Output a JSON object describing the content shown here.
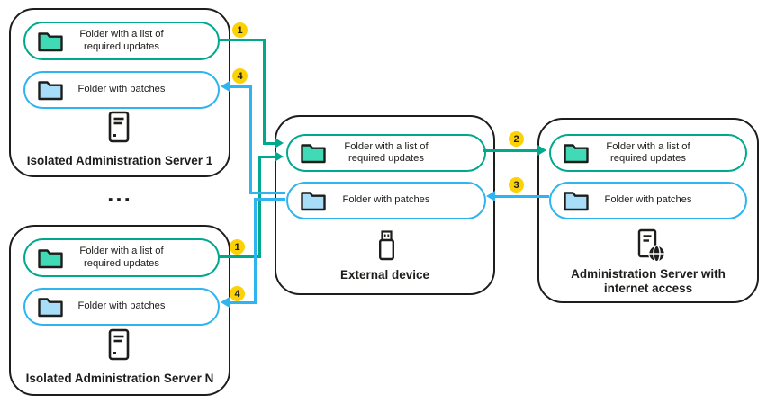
{
  "diagram": {
    "labels": {
      "folder_updates": "Folder with a list of required updates",
      "folder_patches": "Folder with patches",
      "server1_title": "Isolated Administration Server 1",
      "serverN_title": "Isolated Administration Server N",
      "ellipsis": "...",
      "external_title": "External device",
      "admin_title": "Administration Server with internet access"
    },
    "steps": {
      "s1": "1",
      "s2": "2",
      "s3": "3",
      "s4": "4"
    },
    "icons": {
      "isolated_server": "server-tower-icon",
      "external_device": "usb-drive-icon",
      "admin_server": "server-globe-icon",
      "updates_folder": "folder-icon-teal",
      "patches_folder": "folder-icon-blue"
    },
    "colors": {
      "teal": "#00A88E",
      "teal_folder_fill": "#40DBB6",
      "blue": "#2FB4F0",
      "blue_folder_fill": "#A7DDF8",
      "badge_yellow": "#FDD205",
      "ink": "#1D1D1B"
    }
  }
}
